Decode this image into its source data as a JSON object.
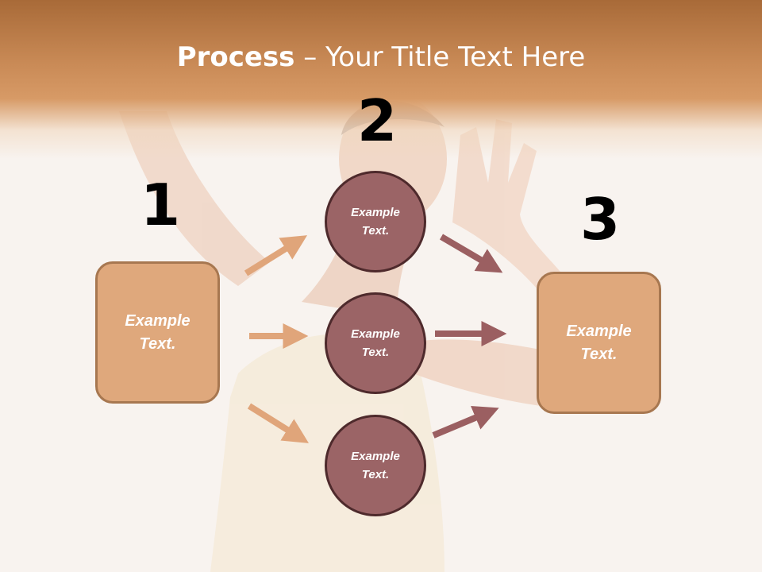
{
  "title": {
    "bold": "Process",
    "rest": " – Your Title Text Here"
  },
  "steps": {
    "one": {
      "number": "1",
      "text": "Example Text."
    },
    "two": {
      "number": "2",
      "circles": [
        "Example Text.",
        "Example Text.",
        "Example Text."
      ]
    },
    "three": {
      "number": "3",
      "text": "Example Text."
    }
  },
  "colors": {
    "header": "#c98a56",
    "box_fill": "#dfa87c",
    "circle_fill": "#9b6466",
    "arrow_left": "#e0a57a",
    "arrow_right": "#9b5f61"
  }
}
